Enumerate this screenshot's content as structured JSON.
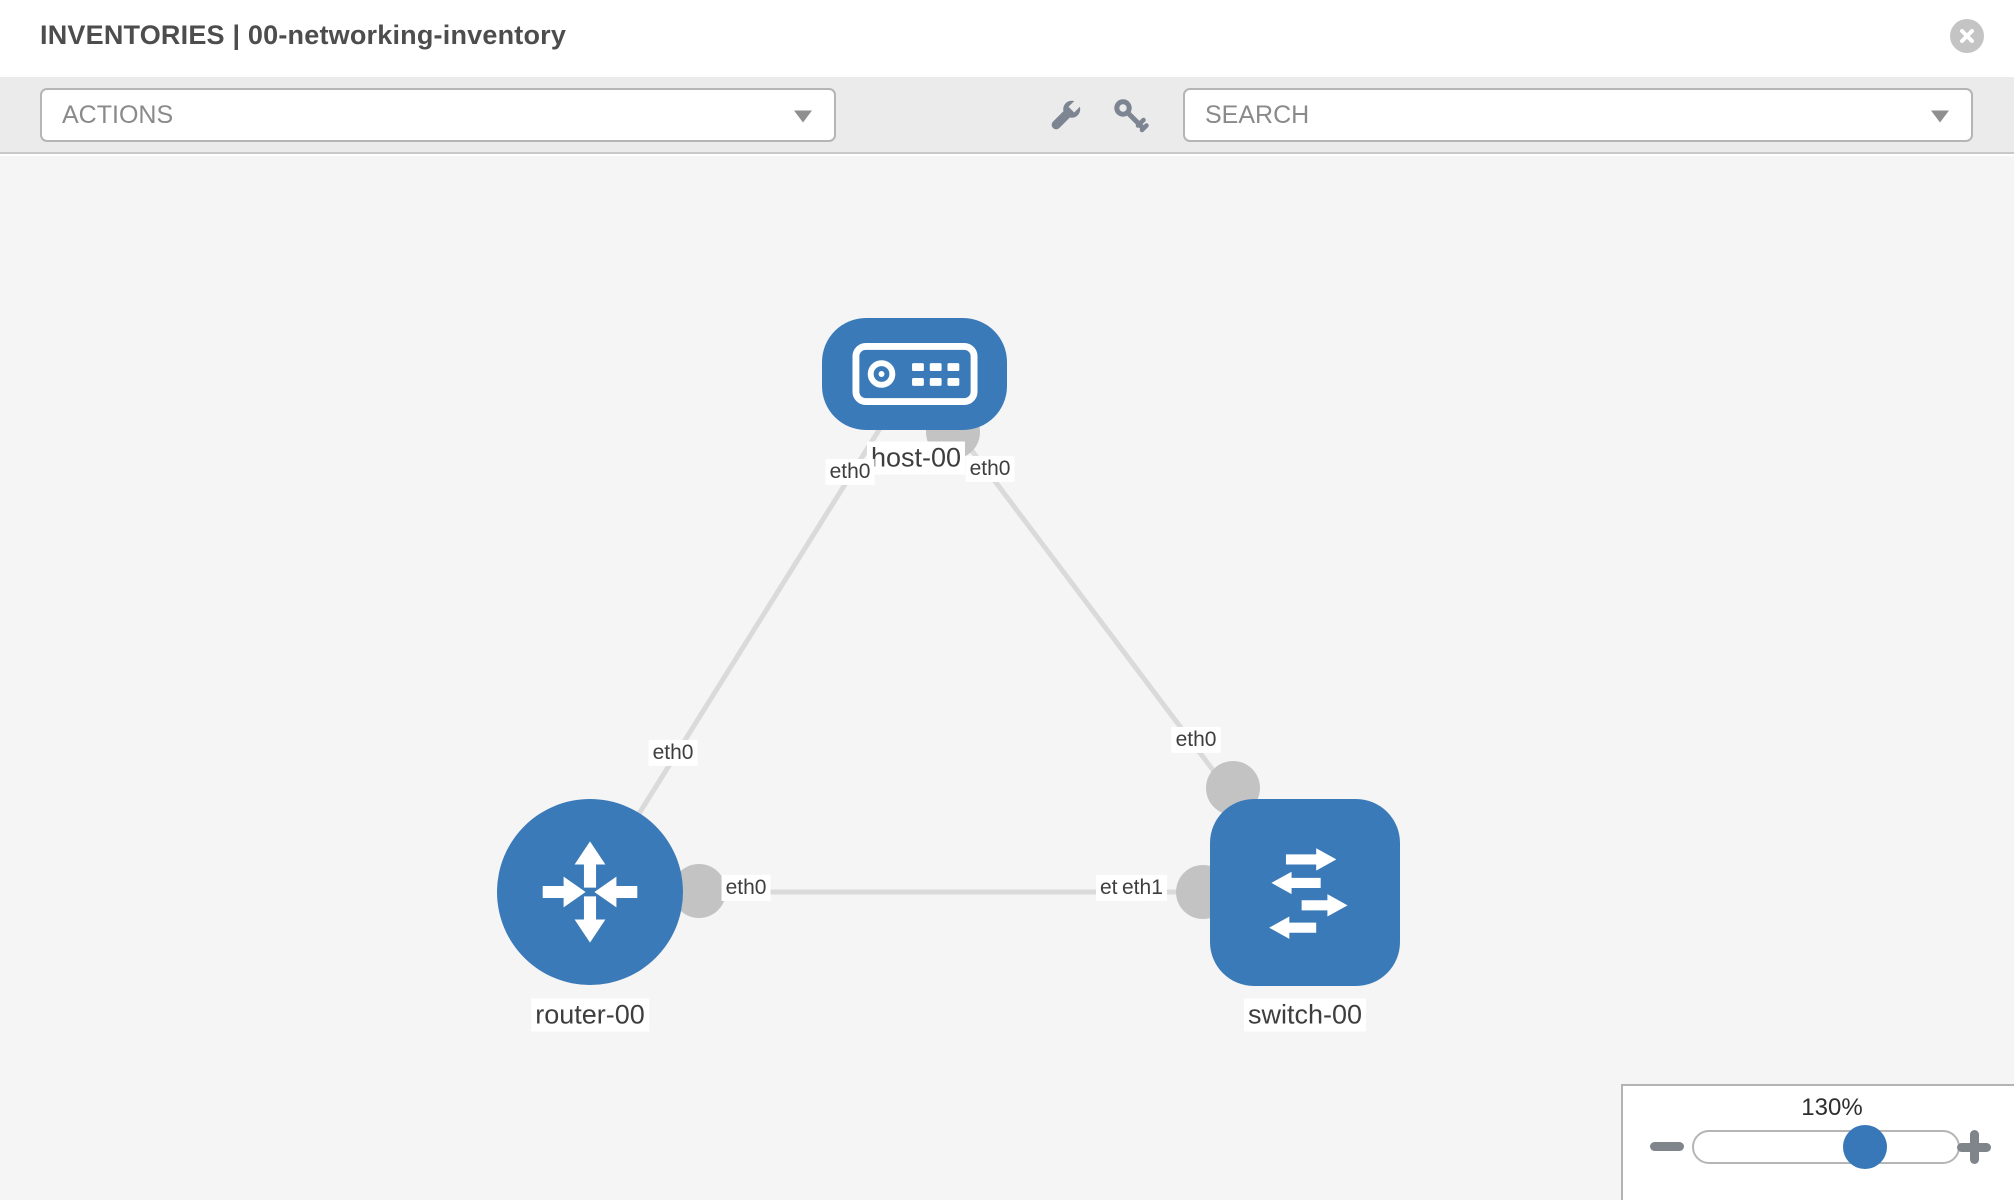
{
  "header": {
    "section": "INVENTORIES",
    "separator": " | ",
    "inventory_name": "00-networking-inventory"
  },
  "toolbar": {
    "actions_label": "ACTIONS",
    "search_label": "SEARCH"
  },
  "canvas": {
    "nodes": [
      {
        "id": "host-00",
        "type": "host",
        "label": "host-00"
      },
      {
        "id": "router-00",
        "type": "router",
        "label": "router-00"
      },
      {
        "id": "switch-00",
        "type": "switch",
        "label": "switch-00"
      }
    ],
    "links": [
      {
        "from": "host-00",
        "to": "router-00",
        "from_label": "eth0",
        "to_label": "eth0"
      },
      {
        "from": "host-00",
        "to": "switch-00",
        "from_label": "eth0",
        "to_label": "eth0"
      },
      {
        "from": "router-00",
        "to": "switch-00",
        "from_label": "eth0",
        "to_label": "eth1",
        "to_label_underneath": "eth0"
      }
    ]
  },
  "zoom_control": {
    "level": "130%"
  },
  "colors": {
    "node_blue": "#3b7ab8",
    "link_gray": "#dadada",
    "connector_gray": "#c3c3c3",
    "toolbar_bg": "#ebebeb",
    "canvas_bg": "#f5f5f6",
    "accent_knob": "#3878b8"
  }
}
